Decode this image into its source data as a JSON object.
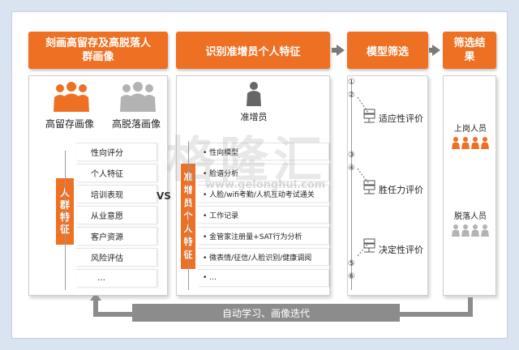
{
  "headers": {
    "left": "刻画高留存及高脱落人群画像",
    "middle": "识别准增员个人特征",
    "model": "模型筛选",
    "result": "筛选结果"
  },
  "left_panel": {
    "high_retention": "高留存画像",
    "high_dropout": "高脱落画像",
    "vertical_label": [
      "人",
      "群",
      "特",
      "征"
    ],
    "items": [
      "性向评分",
      "个人特征",
      "培训表现",
      "从业意愿",
      "客户资源",
      "风险评估",
      "…"
    ]
  },
  "vs_label": "VS",
  "middle_panel": {
    "candidate_label": "准增员",
    "vertical_label": [
      "准",
      "增",
      "员",
      "个",
      "人",
      "特",
      "征"
    ],
    "items": [
      "• 性向模型",
      "• 脸谱分析",
      "• 人脸/wifi考勤/人机互动考试通关",
      "• 工作记录",
      "• 金管家注册量+SAT行为分析",
      "• 微表情/征信/人脸识别/健康调阅",
      "• …"
    ]
  },
  "model_panel": {
    "markers": [
      "①",
      "②",
      "③",
      "④",
      "⑤",
      "⑥"
    ],
    "evaluations": [
      "适应性评价",
      "胜任力评价",
      "决定性评价"
    ]
  },
  "result_panel": {
    "onboard": "上岗人员",
    "dropout": "脱落人员"
  },
  "footer_label": "自动学习、画像迭代",
  "watermark": {
    "text": "格隆汇",
    "url": "www.gelonghui.com"
  },
  "colors": {
    "orange": "#ee7023",
    "gray": "#8c8c8c",
    "dark_gray": "#666666"
  }
}
